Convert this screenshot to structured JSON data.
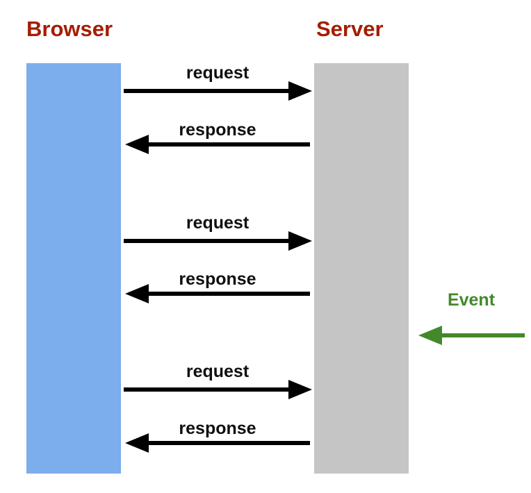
{
  "diagram": {
    "browser_label": "Browser",
    "server_label": "Server",
    "event": {
      "label": "Event"
    },
    "exchanges": [
      {
        "request_label": "request",
        "response_label": "response"
      },
      {
        "request_label": "request",
        "response_label": "response"
      },
      {
        "request_label": "request",
        "response_label": "response"
      }
    ]
  },
  "colors": {
    "heading_red": "#a61c00",
    "browser_fill": "#7caded",
    "server_fill": "#c5c5c5",
    "arrow_black": "#000000",
    "event_green": "#43892a",
    "background": "#ffffff"
  }
}
